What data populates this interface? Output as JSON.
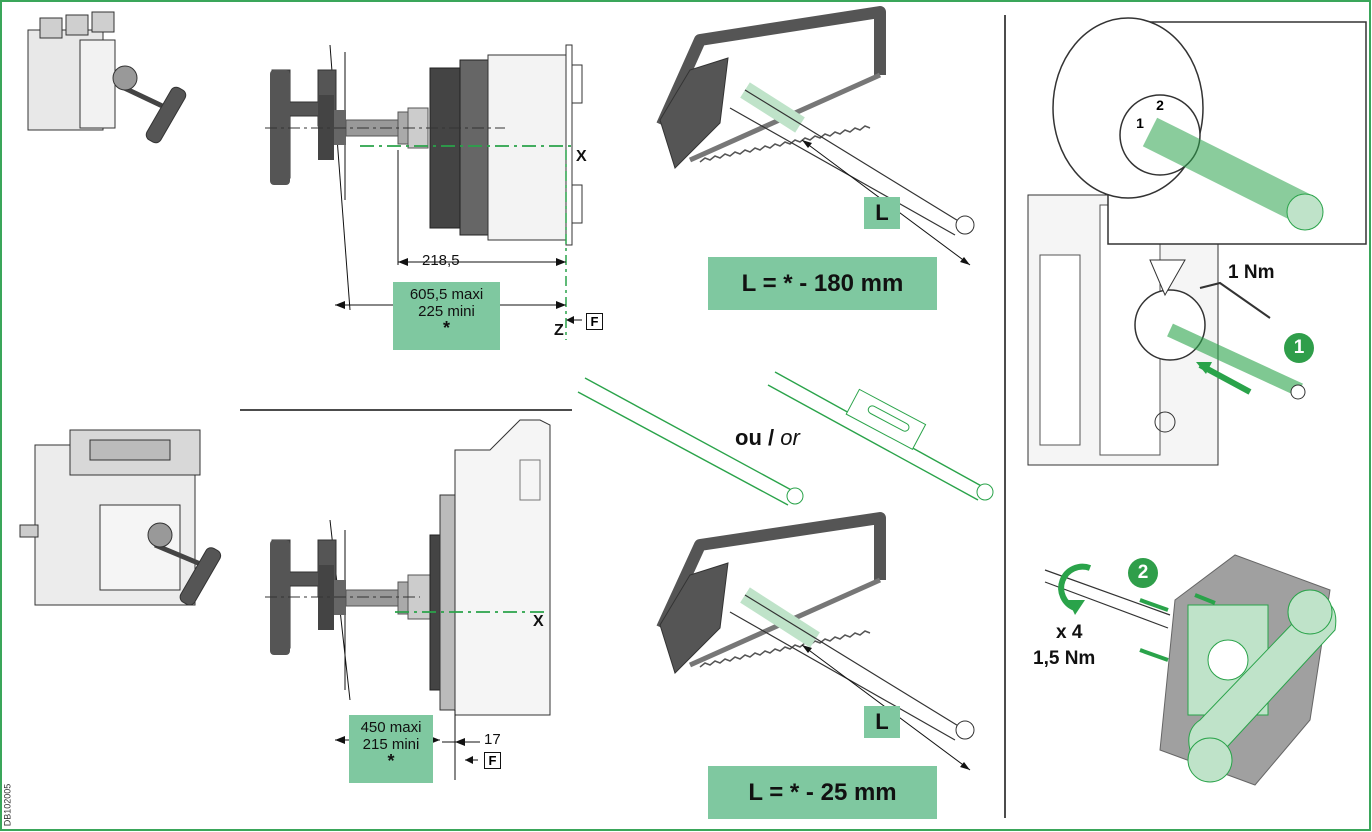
{
  "dimensions": {
    "top_218": "218,5",
    "top_range": [
      "605,5 maxi",
      "225 mini",
      "*"
    ],
    "bottom_range": [
      "450 maxi",
      "215 mini",
      "*"
    ],
    "bottom_17": "17"
  },
  "axis_labels": {
    "x_top": "X",
    "x_bottom": "X",
    "z": "Z",
    "f_top": "F",
    "f_bottom": "F"
  },
  "formulas": {
    "top": "L = * - 180  mm",
    "bottom": "L = * - 25  mm",
    "l_top": "L",
    "l_bottom": "L"
  },
  "or_text": {
    "bold": "ou /",
    "italic": "or"
  },
  "steps": {
    "one": "1",
    "two": "2",
    "torque_one": "1 Nm",
    "count_two": "x 4",
    "torque_two": "1,5 Nm"
  },
  "figure_ref": "DB102005",
  "colors": {
    "frame": "#3aa65a",
    "green": "#7fc8a0",
    "green_line": "#2aa34a",
    "step": "#2f9e4a",
    "dark": "#555555"
  }
}
